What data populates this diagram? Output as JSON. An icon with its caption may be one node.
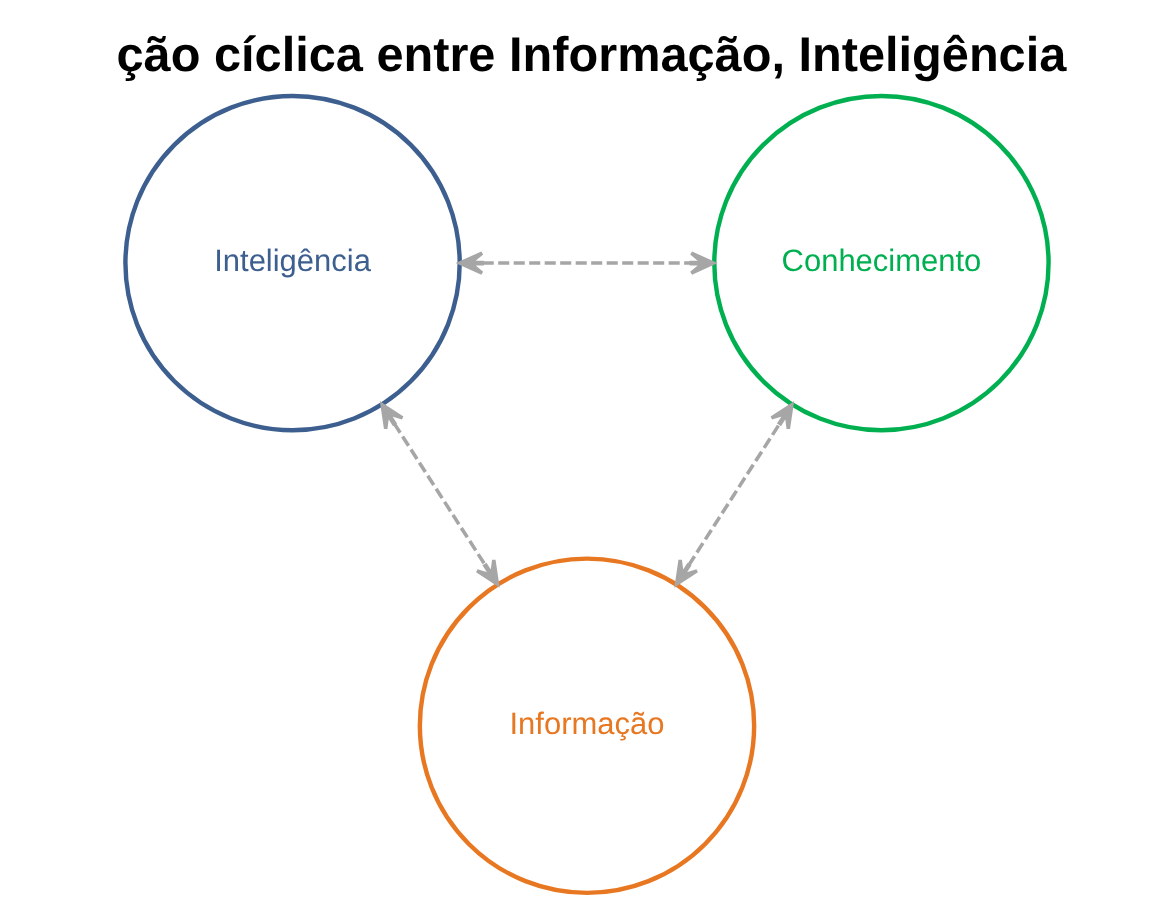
{
  "diagram": {
    "title": "ção cíclica entre Informação, Inteligência",
    "nodes": [
      {
        "text": [
          "Inteligência"
        ]
      },
      {
        "text": [
          "Conhecimento"
        ]
      },
      {
        "text": [
          "Informação"
        ]
      }
    ],
    "edges": [
      {
        "from": 0,
        "to": 1,
        "arrow": "both",
        "style": "dashed"
      },
      {
        "from": 0,
        "to": 2,
        "arrow": "both",
        "style": "dashed"
      },
      {
        "from": 2,
        "to": 1,
        "arrow": "both",
        "style": "dashed"
      }
    ]
  }
}
